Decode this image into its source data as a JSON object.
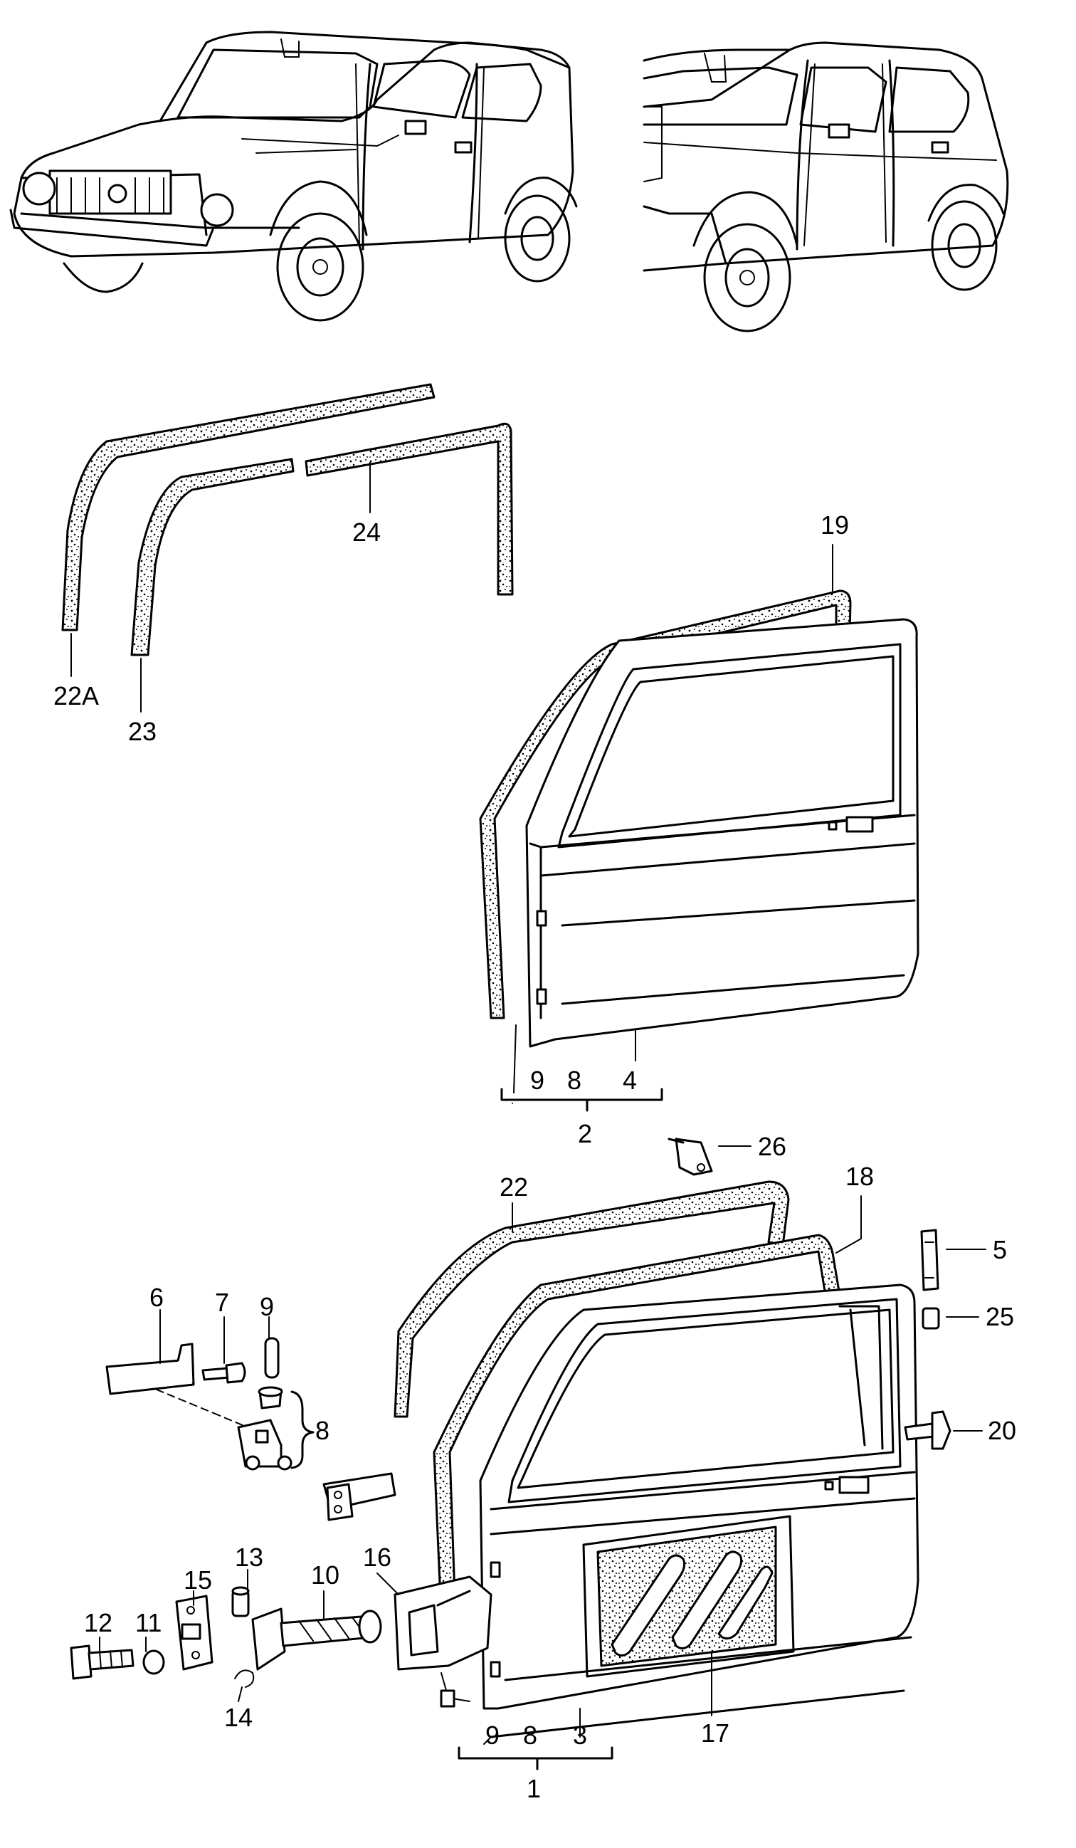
{
  "labels": {
    "l1": "1",
    "l2": "2",
    "l3": "3",
    "l4": "4",
    "l5": "5",
    "l6": "6",
    "l7": "7",
    "l8a": "8",
    "l8b": "8",
    "l8c": "8",
    "l9a": "9",
    "l9b": "9",
    "l9c": "9",
    "l10": "10",
    "l11": "11",
    "l12": "12",
    "l13": "13",
    "l14": "14",
    "l15": "15",
    "l16": "16",
    "l17": "17",
    "l18": "18",
    "l19": "19",
    "l20": "20",
    "l22": "22",
    "l22a": "22A",
    "l23": "23",
    "l24": "24",
    "l25": "25",
    "l26": "26"
  },
  "icons": {
    "car_3door": "car-3-door-illustration",
    "car_5door": "car-5-door-illustration"
  }
}
